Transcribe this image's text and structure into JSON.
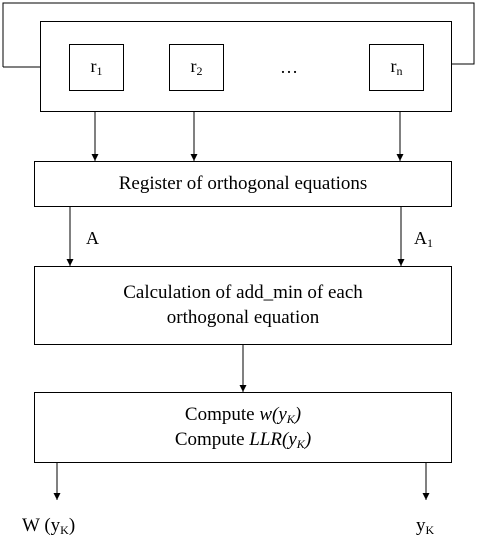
{
  "shift_register": {
    "cells": [
      {
        "name": "r",
        "sub": "1"
      },
      {
        "name": "r",
        "sub": "2"
      },
      {
        "name": "r",
        "sub": "n"
      }
    ],
    "ellipsis": "…"
  },
  "register_box": {
    "label": "Register of orthogonal equations"
  },
  "arrow_labels": {
    "left": {
      "name": "A",
      "sub": ""
    },
    "right": {
      "name": "A",
      "sub": "1"
    }
  },
  "calculation_box": {
    "line1": "Calculation of add_min of each",
    "line2": "orthogonal equation"
  },
  "compute_box": {
    "line1": {
      "prefix": "Compute ",
      "func": "w",
      "open": "(y",
      "sub": "K",
      "close": ")"
    },
    "line2": {
      "prefix": "Compute ",
      "func": "LLR",
      "open": "(y",
      "sub": "K",
      "close": ")"
    }
  },
  "outputs": {
    "left": {
      "prefix": "W (y",
      "sub": "K",
      "close": ")"
    },
    "right": {
      "prefix": "y",
      "sub": "K"
    }
  }
}
